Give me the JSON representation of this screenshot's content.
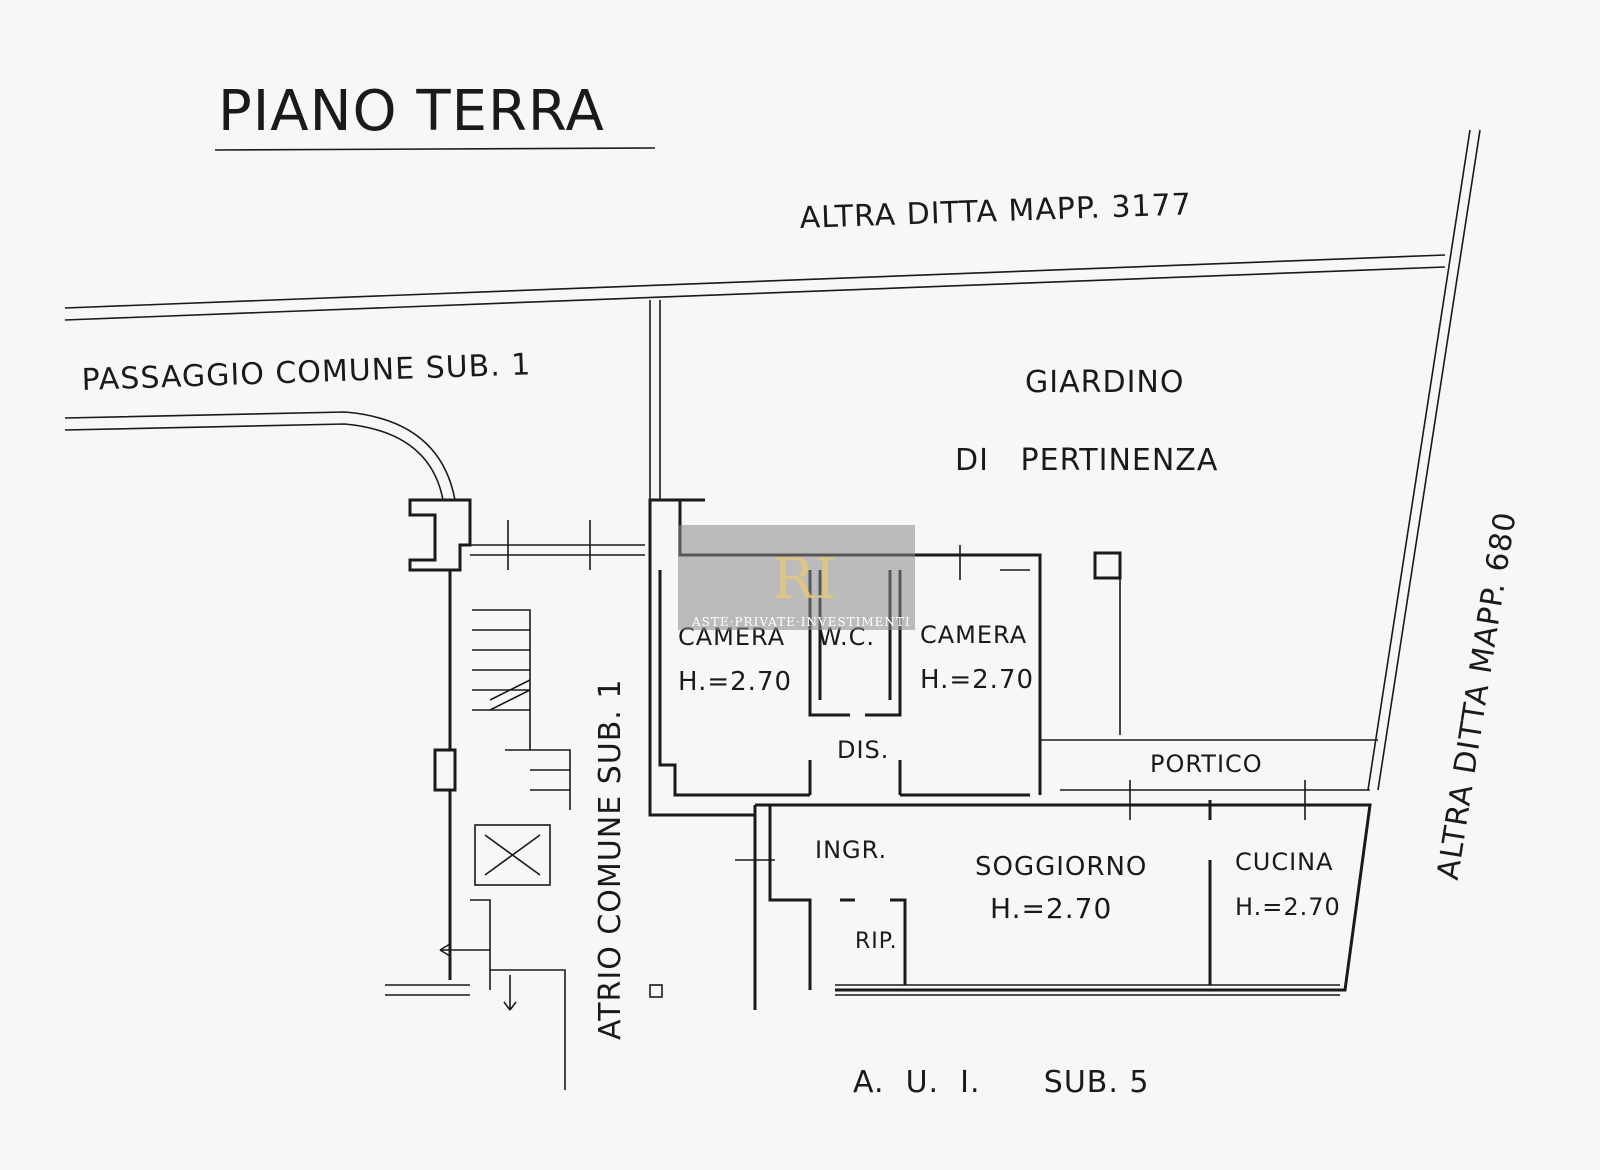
{
  "title": "PIANO TERRA",
  "labels": {
    "north_neighbor": "ALTRA DITTA MAPP. 3177",
    "east_neighbor": "ALTRA DITTA MAPP. 680",
    "passage": "PASSAGGIO COMUNE SUB. 1",
    "atrium": "ATRIO COMUNE SUB. 1",
    "garden_line1": "GIARDINO",
    "garden_line2": "DI   PERTINENZA",
    "portico": "PORTICO",
    "south": "A.  U.  I.      SUB. 5"
  },
  "rooms": [
    {
      "name": "CAMERA",
      "height": "H.=2.70"
    },
    {
      "name": "W.C."
    },
    {
      "name": "CAMERA",
      "height": "H.=2.70"
    },
    {
      "name": "DIS."
    },
    {
      "name": "INGR."
    },
    {
      "name": "RIP."
    },
    {
      "name": "SOGGIORNO",
      "height": "H.=2.70"
    },
    {
      "name": "CUCINA",
      "height": "H.=2.70"
    }
  ],
  "watermark": {
    "logo": "RI",
    "text": "ASTE·PRIVATE·INVESTIMENTI"
  }
}
